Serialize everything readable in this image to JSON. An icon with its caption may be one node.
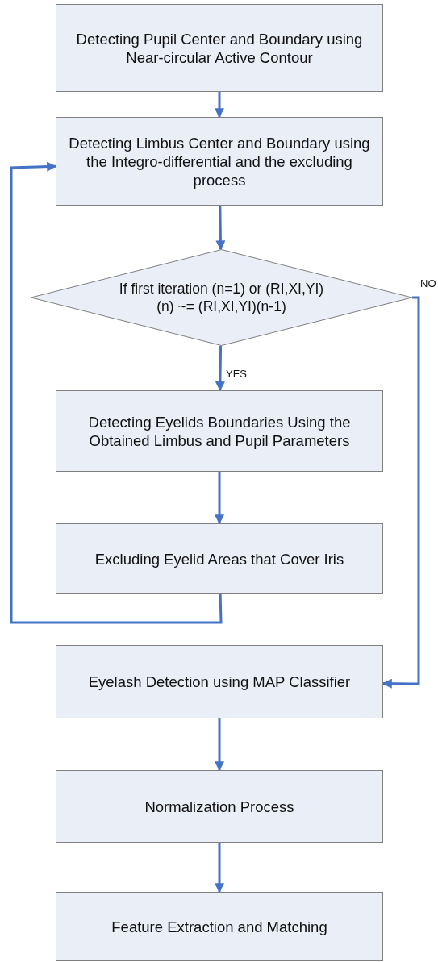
{
  "diagram": {
    "nodes": [
      {
        "text": [
          "Detecting Pupil Center and Boundary using Near-circular Active Contour"
        ]
      },
      {
        "text": [
          "Detecting Limbus Center and Boundary using the Integro-differential and the excluding process"
        ]
      },
      {
        "text": [
          "If first iteration (n=1) or (RI,XI,YI)(n) ~= (RI,XI,YI)(n-1)"
        ]
      },
      {
        "text": [
          "Detecting Eyelids Boundaries Using the Obtained Limbus and Pupil Parameters"
        ]
      },
      {
        "text": [
          "Excluding Eyelid Areas that Cover Iris"
        ]
      },
      {
        "text": [
          "Eyelash Detection using MAP Classifier"
        ]
      },
      {
        "text": [
          "Normalization Process"
        ]
      },
      {
        "text": [
          "Feature Extraction and Matching"
        ]
      }
    ],
    "edges": [
      {
        "from": 0,
        "to": 1,
        "arrow": "to"
      },
      {
        "from": 1,
        "to": 2,
        "arrow": "to"
      },
      {
        "from": 2,
        "to": 3,
        "arrow": "to",
        "label": "YES"
      },
      {
        "from": 3,
        "to": 4,
        "arrow": "to"
      },
      {
        "from": 4,
        "to": 1,
        "arrow": "to"
      },
      {
        "from": 2,
        "to": 5,
        "arrow": "to",
        "label": "NO"
      },
      {
        "from": 5,
        "to": 6,
        "arrow": "to"
      },
      {
        "from": 6,
        "to": 7,
        "arrow": "to"
      }
    ]
  }
}
